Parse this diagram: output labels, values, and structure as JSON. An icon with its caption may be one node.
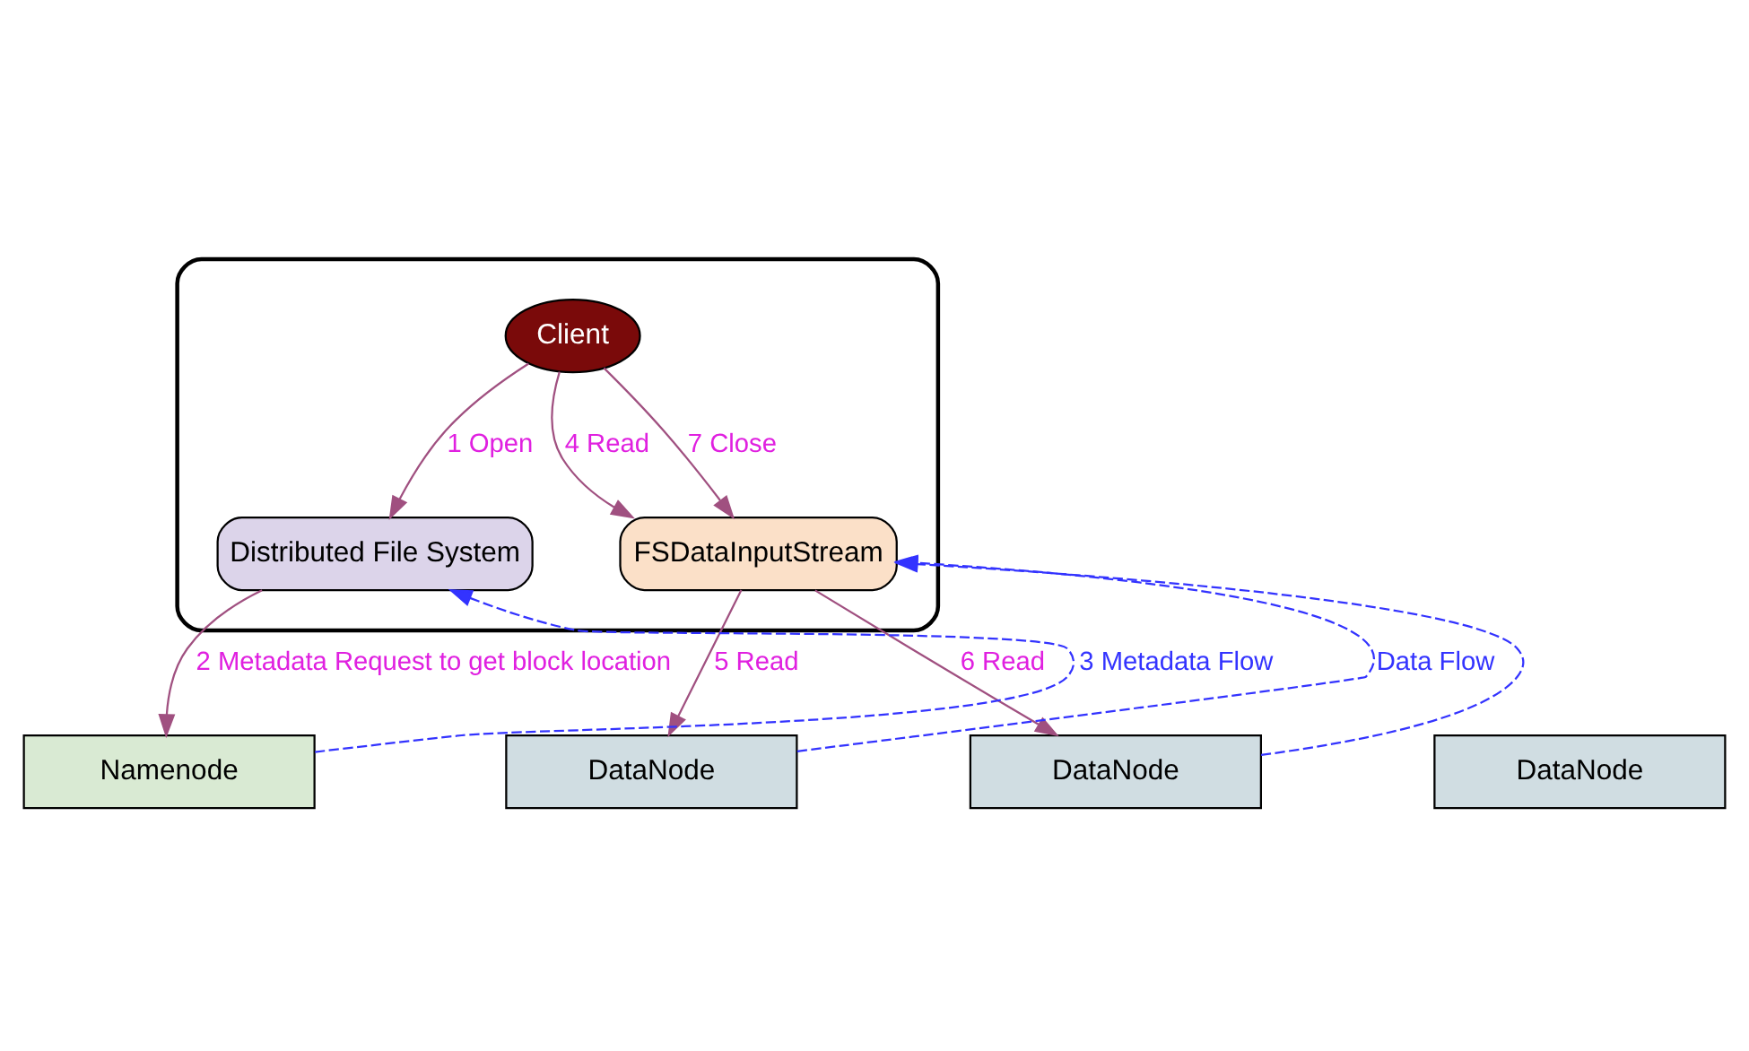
{
  "diagram": {
    "nodes": [
      {
        "text": [],
        "shape": "box"
      },
      {
        "text": [
          "Client"
        ],
        "in": 0
      },
      {
        "text": [
          "Distributed File System"
        ],
        "in": 0
      },
      {
        "text": [
          "FSDataInputStream"
        ],
        "in": 0
      },
      {
        "text": [
          "Namenode"
        ]
      },
      {
        "text": [
          "DataNode"
        ]
      },
      {
        "text": [
          "DataNode"
        ]
      },
      {
        "text": [
          "DataNode"
        ]
      }
    ],
    "edges": [
      {
        "from": 1,
        "to": 2,
        "arrow": "to",
        "label": "1 Open"
      },
      {
        "from": 2,
        "to": 4,
        "arrow": "to",
        "label": "2 Metadata Request to get block location"
      },
      {
        "from": 4,
        "to": 2,
        "arrow": "to",
        "label": "3 Metadata Flow",
        "style": "dashed",
        "color": "#3333ff"
      },
      {
        "from": 1,
        "to": 3,
        "arrow": "to",
        "label": "4 Read"
      },
      {
        "from": 1,
        "to": 3,
        "arrow": "to",
        "label": "7 Close"
      },
      {
        "from": 3,
        "to": 5,
        "arrow": "to",
        "label": "5 Read"
      },
      {
        "from": 5,
        "to": 3,
        "arrow": "to",
        "label": "Data Flow",
        "style": "dashed",
        "color": "#3333ff"
      },
      {
        "from": 6,
        "to": 3,
        "arrow": "to",
        "style": "dashed",
        "color": "#3333ff"
      },
      {
        "from": 3,
        "to": 6,
        "arrow": "to",
        "label": "6 Read"
      }
    ]
  }
}
